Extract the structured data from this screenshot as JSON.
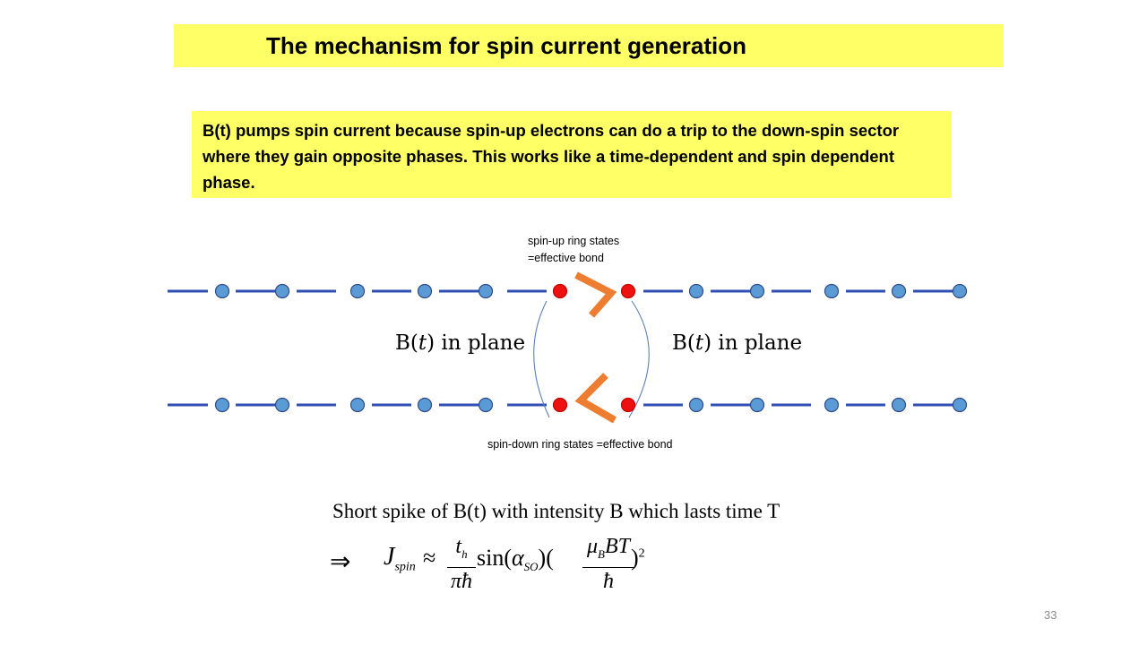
{
  "slide": {
    "title": "The mechanism for spin current generation",
    "description": "B(t)  pumps spin current  because spin-up electrons can do a trip to the down-spin sector where they gain opposite  phases. This works like a time-dependent  and spin  dependent phase.",
    "page_number": "33"
  },
  "diagram": {
    "spin_up_label_line1": "spin-up ring states",
    "spin_up_label_line2": "=effective bond",
    "spin_down_label": "spin-down  ring states =effective bond",
    "b_left_prefix": "B(",
    "b_left_var": "t",
    "b_left_suffix": ") in plane",
    "b_right_prefix": "B(",
    "b_right_var": "t",
    "b_right_suffix": ") in plane",
    "colors": {
      "bond": "#2f4fb5",
      "site": "#5b9bd5",
      "site_outline": "#2f4a8a",
      "ring_site": "#ee1111",
      "arrow": "#ed7d31",
      "ring_arc": "#5b7fb5"
    }
  },
  "formula": {
    "spike_text": "Short spike of B(t) with intensity B which lasts time T",
    "implies": "⇒",
    "lhs": "J",
    "lhs_sub": "spin",
    "approx": "≈",
    "frac1_num": "t",
    "frac1_num_sub": "h",
    "frac1_den": "πħ",
    "sin": "sin(",
    "alpha": "α",
    "alpha_sub": "SO",
    "close_open": ")(",
    "frac2_num_mu": "μ",
    "frac2_num_mu_sub": "B",
    "frac2_num_rest": "BT",
    "frac2_den": "ħ",
    "close": ")",
    "power": "2"
  }
}
